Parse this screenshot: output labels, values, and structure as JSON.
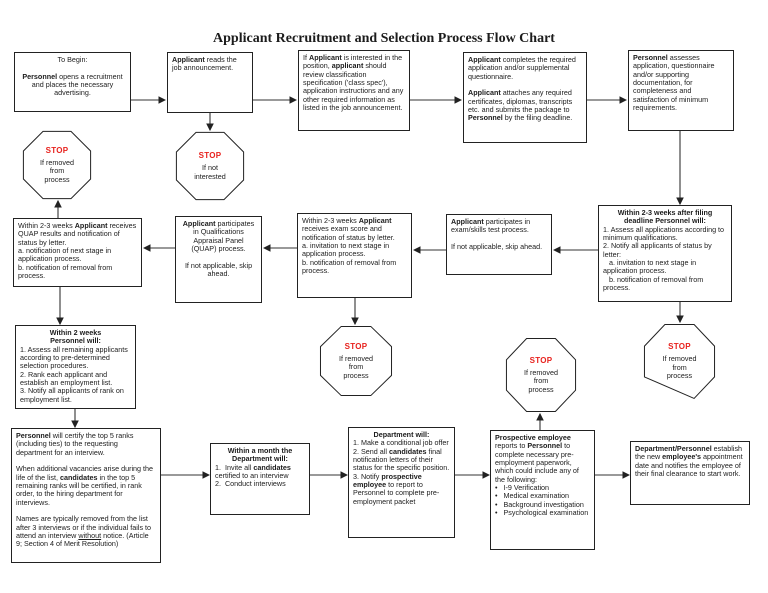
{
  "title": "Applicant Recruitment and Selection Process Flow Chart",
  "stop_color": "#e8211d",
  "nodes": {
    "begin": [
      {
        "t": "To Begin:\n\n"
      },
      {
        "t": "Personnel",
        "b": 1
      },
      {
        "t": " opens a recruitment and places the necessary advertising."
      }
    ],
    "read": [
      {
        "t": "Applicant",
        "b": 1
      },
      {
        "t": " reads the job announcement."
      }
    ],
    "interested": [
      {
        "t": "If "
      },
      {
        "t": "Applicant",
        "b": 1
      },
      {
        "t": " is interested in the position, "
      },
      {
        "t": "applicant",
        "b": 1
      },
      {
        "t": " should review classification specification ('class spec'), application instructions and any other required information as listed in the job announcement."
      }
    ],
    "complete": [
      {
        "t": "Applicant",
        "b": 1
      },
      {
        "t": " completes the required application and/or supplemental questionnaire.\n\n"
      },
      {
        "t": "Applicant",
        "b": 1
      },
      {
        "t": " attaches any required certificates, diplomas, transcripts etc. and submits the package to "
      },
      {
        "t": "Personnel",
        "b": 1
      },
      {
        "t": " by the filing deadline."
      }
    ],
    "assess": [
      {
        "t": "Personnel",
        "b": 1
      },
      {
        "t": " assesses application, questionnaire and/or supporting documentation, for completeness and satisfaction of minimum requirements."
      }
    ],
    "after_filing_head": "Within 2-3 weeks after filing deadline Personnel will:",
    "after_filing_body": [
      {
        "t": "1. Assess all applications according to minimum qualifications.\n2. Notify all applicants of status by letter:\n   a. invitation to next stage in application process.\n   b. notification of removal from process."
      }
    ],
    "exam_test": [
      {
        "t": "Applicant",
        "b": 1
      },
      {
        "t": " participates in exam/skills test process.\n\nIf not applicable, skip ahead."
      }
    ],
    "exam_score": [
      {
        "t": "Within 2-3 weeks "
      },
      {
        "t": "Applicant",
        "b": 1
      },
      {
        "t": " receives exam score and notification of status by letter.\na. invitation to next stage in application process.\nb. notification of removal from process."
      }
    ],
    "quap": [
      {
        "t": "Applicant",
        "b": 1
      },
      {
        "t": " participates in Qualifications Appraisal Panel (QUAP) process.\n\nIf not applicable, skip ahead."
      }
    ],
    "quap_results": [
      {
        "t": "Within 2-3 weeks "
      },
      {
        "t": "Applicant",
        "b": 1
      },
      {
        "t": " receives QUAP results and notification of status by letter.\na. notification of next stage in application process.\nb. notification of removal from process."
      }
    ],
    "rank_head": "Within 2 weeks\nPersonnel will:",
    "rank_body": [
      {
        "t": "1. Assess all remaining applicants according to pre-determined selection procedures.\n2. Rank each applicant and establish an employment list.\n3. Notify all applicants of rank on employment list."
      }
    ],
    "certify": [
      {
        "t": "Personnel",
        "b": 1
      },
      {
        "t": " will certify the top 5 ranks (including ties) to the requesting department for an interview.\n\nWhen additional vacancies arise during the life of the list, "
      },
      {
        "t": "candidates",
        "b": 1
      },
      {
        "t": " in the top 5 remaining ranks will be certified, in rank order, to the hiring department for interviews.\n\nNames are typically removed from the list after 3 interviews or if the individual fails to attend an interview "
      },
      {
        "t": "without",
        "u": 1
      },
      {
        "t": " notice. (Article 9; Section 4 of Merit Resolution)"
      }
    ],
    "month_head": "Within a month the\nDepartment will:",
    "month_body": [
      {
        "t": "1.  Invite all "
      },
      {
        "t": "candidates",
        "b": 1
      },
      {
        "t": " certified to an interview\n2.  Conduct interviews"
      }
    ],
    "dept_will_head": "Department will:",
    "dept_will_body": [
      {
        "t": "1. Make a conditional job offer\n2. Send all "
      },
      {
        "t": "candidates",
        "b": 1
      },
      {
        "t": " final notification letters of their status for the specific position.\n3. Notify "
      },
      {
        "t": "prospective employee",
        "b": 1
      },
      {
        "t": " to report to Personnel to complete pre-employment packet"
      }
    ],
    "prospective": [
      {
        "t": "Prospective employee",
        "b": 1
      },
      {
        "t": " reports to "
      },
      {
        "t": "Personnel",
        "b": 1
      },
      {
        "t": " to complete necessary pre-employment paperwork, which could include any of the following:\n•   I-9 Verification\n•   Medical examination\n•   Background investigation\n•   Psychological examination"
      }
    ],
    "final": [
      {
        "t": "Department/Personnel",
        "b": 1
      },
      {
        "t": " establish the new "
      },
      {
        "t": "employee's",
        "b": 1
      },
      {
        "t": " appointment date and notifies the employee of their final clearance to start work."
      }
    ]
  },
  "stops": {
    "tl": {
      "label": "STOP",
      "caption": "If removed\nfrom\nprocess"
    },
    "not_interested": {
      "label": "STOP",
      "caption": "If not\ninterested"
    },
    "mid": {
      "label": "STOP",
      "caption": "If removed\nfrom\nprocess"
    },
    "prosp": {
      "label": "STOP",
      "caption": "If removed\nfrom\nprocess"
    },
    "right": {
      "label": "STOP",
      "caption": "If removed\nfrom\nprocess"
    }
  }
}
